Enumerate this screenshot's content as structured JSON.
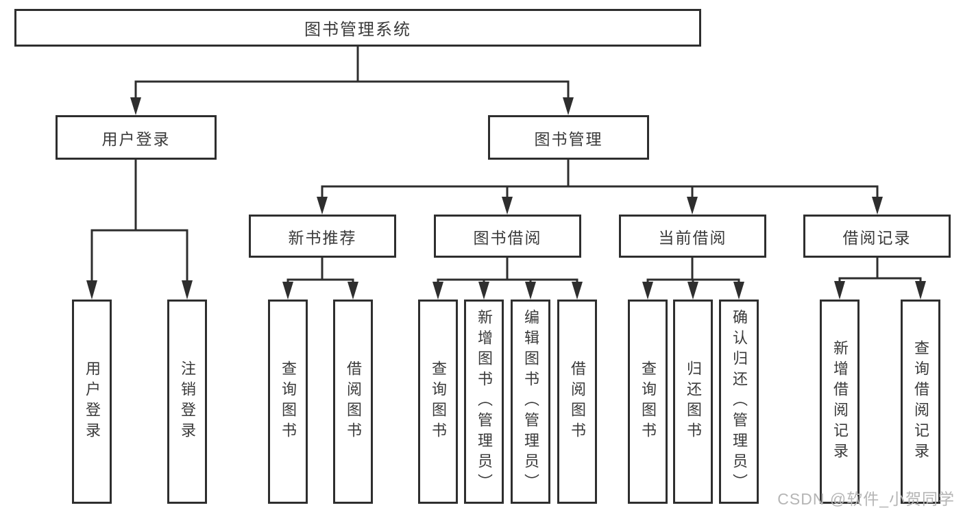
{
  "diagram": {
    "root": {
      "label": "图书管理系统"
    },
    "level2": [
      {
        "label": "用户登录"
      },
      {
        "label": "图书管理"
      }
    ],
    "level3": [
      {
        "label": "新书推荐"
      },
      {
        "label": "图书借阅"
      },
      {
        "label": "当前借阅"
      },
      {
        "label": "借阅记录"
      }
    ],
    "leaves": {
      "user_login": [
        {
          "label": "用户登录"
        },
        {
          "label": "注销登录"
        }
      ],
      "new_book_recommend": [
        {
          "label": "查询图书"
        },
        {
          "label": "借阅图书"
        }
      ],
      "book_borrow": [
        {
          "label": "查询图书"
        },
        {
          "label": "新增图书（管理员）"
        },
        {
          "label": "编辑图书（管理员）"
        },
        {
          "label": "借阅图书"
        }
      ],
      "current_borrow": [
        {
          "label": "查询图书"
        },
        {
          "label": "归还图书"
        },
        {
          "label": "确认归还（管理员）"
        }
      ],
      "borrow_record": [
        {
          "label": "新增借阅记录"
        },
        {
          "label": "查询借阅记录"
        }
      ]
    }
  },
  "watermark": {
    "text": "CSDN @软件_小贺同学"
  }
}
